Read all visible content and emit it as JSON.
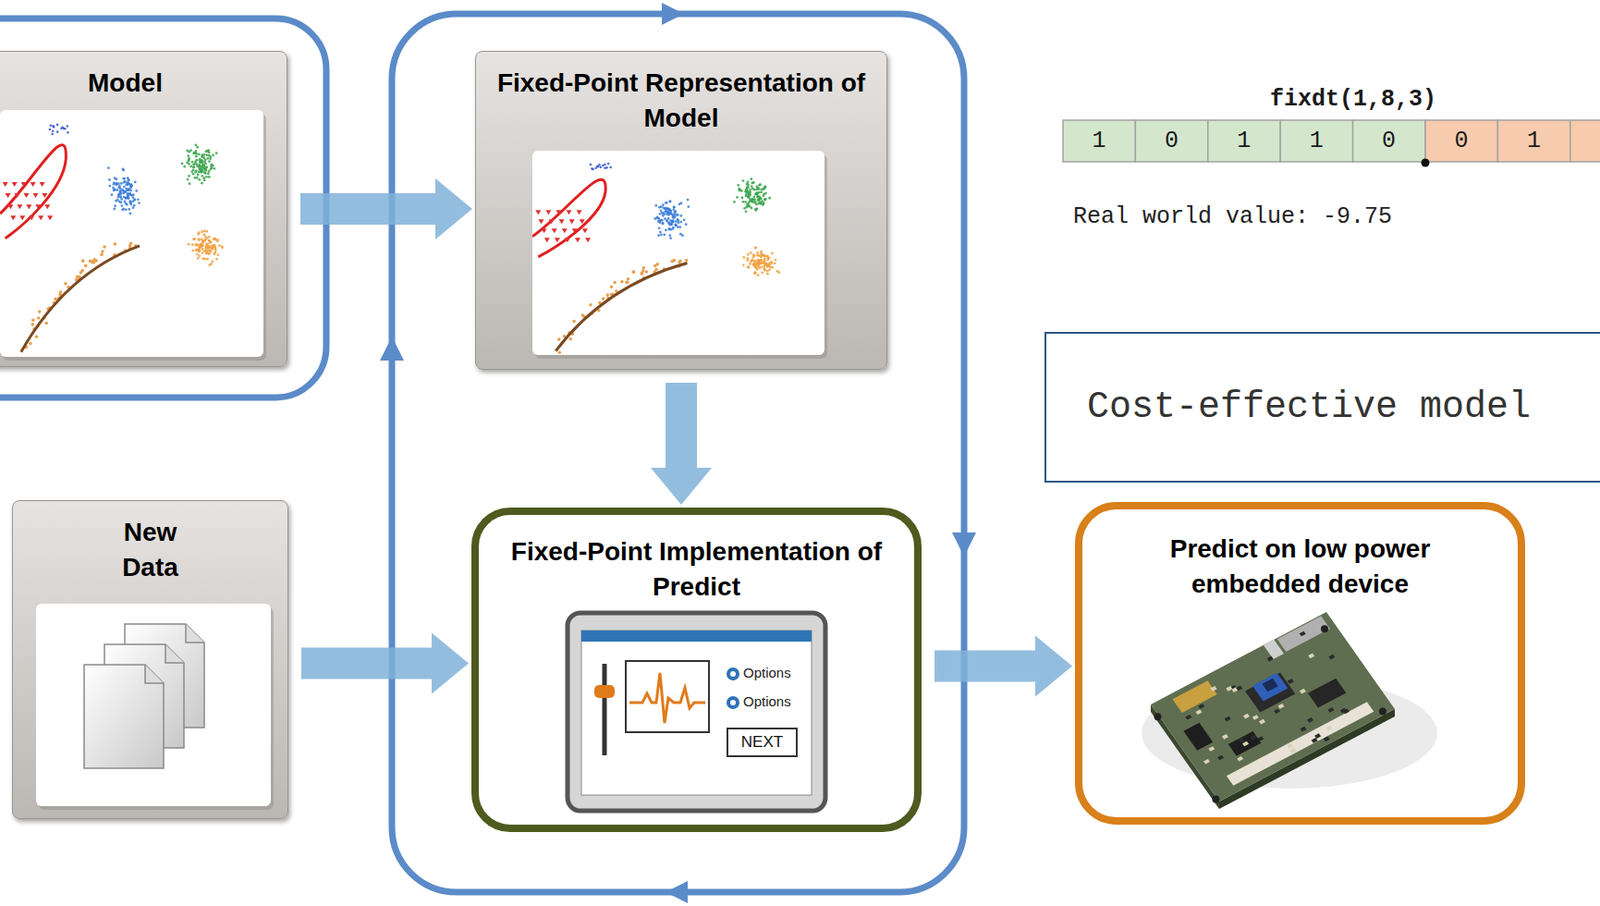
{
  "diagram": {
    "nodes": [
      {
        "text": [
          "Model"
        ]
      },
      {
        "text": [
          "Fixed-Point Representation of Model"
        ]
      },
      {
        "text": [
          "New Data"
        ]
      },
      {
        "text": [
          "Fixed-Point Implementation of Predict"
        ]
      },
      {
        "text": [
          "Cost-effective model"
        ]
      },
      {
        "text": [
          "Predict on low power embedded device"
        ]
      }
    ],
    "edges": [
      {
        "from": 0,
        "to": 1,
        "arrow": "to"
      },
      {
        "from": 1,
        "to": 3,
        "arrow": "to"
      },
      {
        "from": 2,
        "to": 3,
        "arrow": "to"
      },
      {
        "from": 3,
        "to": 5,
        "arrow": "to"
      }
    ],
    "labels": [
      "fixdt(1,8,3)",
      "1",
      "0",
      "1",
      "1",
      "0",
      "0",
      "1",
      "Real world value: -9.75",
      "Options",
      "Options",
      "NEXT"
    ]
  }
}
